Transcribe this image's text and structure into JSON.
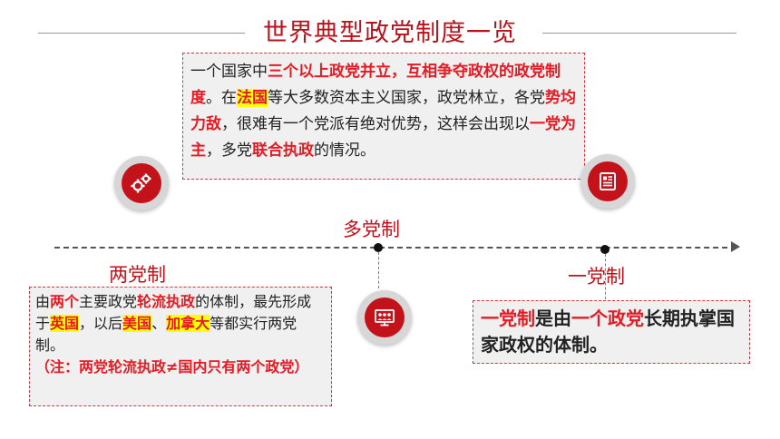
{
  "title": "世界典型政党制度一览",
  "labels": {
    "multi": "多党制",
    "two": "两党制",
    "one": "一党制"
  },
  "multi_box": {
    "t1": "一个国家中",
    "t2": "三个以上政党并立，互相争夺政权的政党制度",
    "t3": "。在",
    "t4": "法国",
    "t5": "等大多数资本主义国家，政党林立，各党",
    "t6": "势均力敌",
    "t7": "，很难有一个党派有绝对优势，这样会出现以",
    "t8": "一党为主",
    "t9": "，多党",
    "t10": "联合执政",
    "t11": "的情况。"
  },
  "two_box": {
    "t1": "由",
    "t2": "两个",
    "t3": "主要政党",
    "t4": "轮流执政",
    "t5": "的体制，最先形成于",
    "t6": "英国",
    "t7": "，以后",
    "t8": "美国",
    "t9": "、",
    "t10": "加拿大",
    "t11": "等都实行两党制。",
    "t12": "（注：两党轮流执政≠国内只有两个政党）"
  },
  "one_box": {
    "t1": "一党制",
    "t2": "是由",
    "t3": "一个政党",
    "t4": "长期执掌国家政权的体制。"
  },
  "icons": [
    "gears-icon",
    "document-icon",
    "people-screen-icon"
  ],
  "colors": {
    "accent_red": "#c4121a",
    "text_red": "#e41b23",
    "highlight": "#ffff00"
  }
}
